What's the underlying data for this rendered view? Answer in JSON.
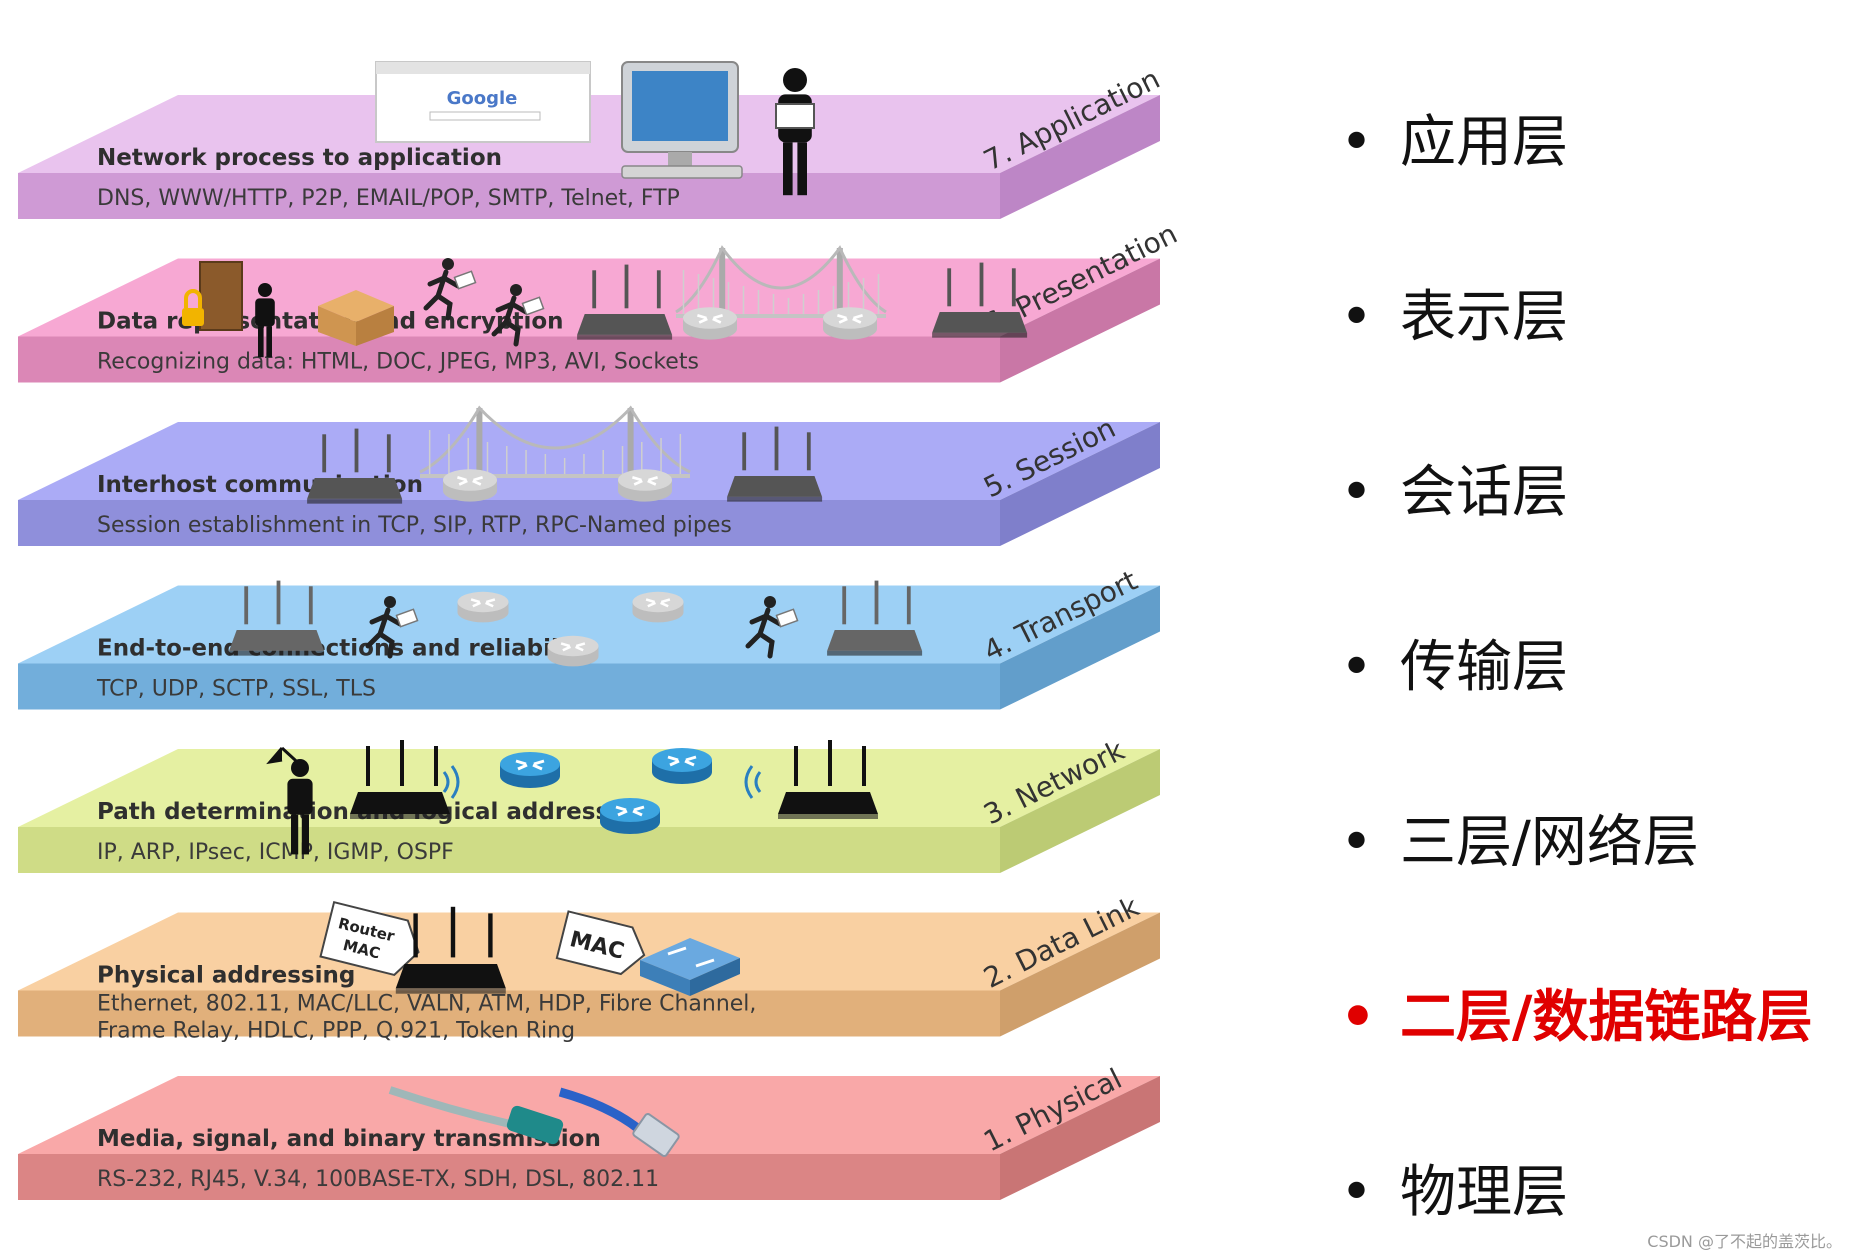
{
  "layers": [
    {
      "number": "7",
      "name": "7. Application",
      "title": "Network process to application",
      "protocols": [
        "DNS, WWW/HTTP, P2P, EMAIL/POP, SMTP, Telnet, FTP"
      ],
      "top": "#e9c3ee",
      "front": "#cf9ad5",
      "side": "#bd86c6"
    },
    {
      "number": "6",
      "name": "6. Presentation",
      "title": "Data representation and encryption",
      "protocols": [
        "Recognizing data: HTML, DOC, JPEG, MP3, AVI, Sockets"
      ],
      "top": "#f7a8d3",
      "front": "#db87b6",
      "side": "#c977a6"
    },
    {
      "number": "5",
      "name": "5. Session",
      "title": "Interhost communication",
      "protocols": [
        "Session establishment in TCP, SIP, RTP, RPC-Named pipes"
      ],
      "top": "#ababf6",
      "front": "#8f8fdb",
      "side": "#7f7fcb"
    },
    {
      "number": "4",
      "name": "4. Transport",
      "title": "End-to-end connections and reliability",
      "protocols": [
        "TCP, UDP, SCTP, SSL, TLS"
      ],
      "top": "#9dd0f5",
      "front": "#72aedb",
      "side": "#629ecb"
    },
    {
      "number": "3",
      "name": "3. Network",
      "title": "Path determination and logical addressing",
      "protocols": [
        "IP, ARP, IPsec, ICMP, IGMP, OSPF"
      ],
      "top": "#e5f0a2",
      "front": "#cfdc86",
      "side": "#bccb74"
    },
    {
      "number": "2",
      "name": "2. Data Link",
      "title": "Physical addressing",
      "protocols": [
        "Ethernet, 802.11, MAC/LLC, VALN, ATM, HDP, Fibre Channel,",
        "Frame Relay, HDLC,  PPP, Q.921, Token Ring"
      ],
      "top": "#f9d0a2",
      "front": "#e1b07b",
      "side": "#cf9f6b"
    },
    {
      "number": "1",
      "name": "1. Physical",
      "title": "Media, signal, and binary transmission",
      "protocols": [
        "RS-232, RJ45, V.34, 100BASE-TX, SDH, DSL, 802.11"
      ],
      "top": "#f9a8a8",
      "front": "#db8585",
      "side": "#c97575"
    }
  ],
  "labels": {
    "google": "Google",
    "router_mac": [
      "Router",
      "MAC"
    ],
    "mac": "MAC"
  },
  "list": [
    {
      "text": "应用层",
      "active": false
    },
    {
      "text": "表示层",
      "active": false
    },
    {
      "text": "会话层",
      "active": false
    },
    {
      "text": "传输层",
      "active": false
    },
    {
      "text": "三层/网络层",
      "active": false
    },
    {
      "text": "二层/数据链路层",
      "active": true
    },
    {
      "text": "物理层",
      "active": false
    }
  ],
  "colors": {
    "active": "#e00000",
    "text": "#111111"
  },
  "bullet": "•",
  "watermark": "CSDN @了不起的盖茨比。"
}
